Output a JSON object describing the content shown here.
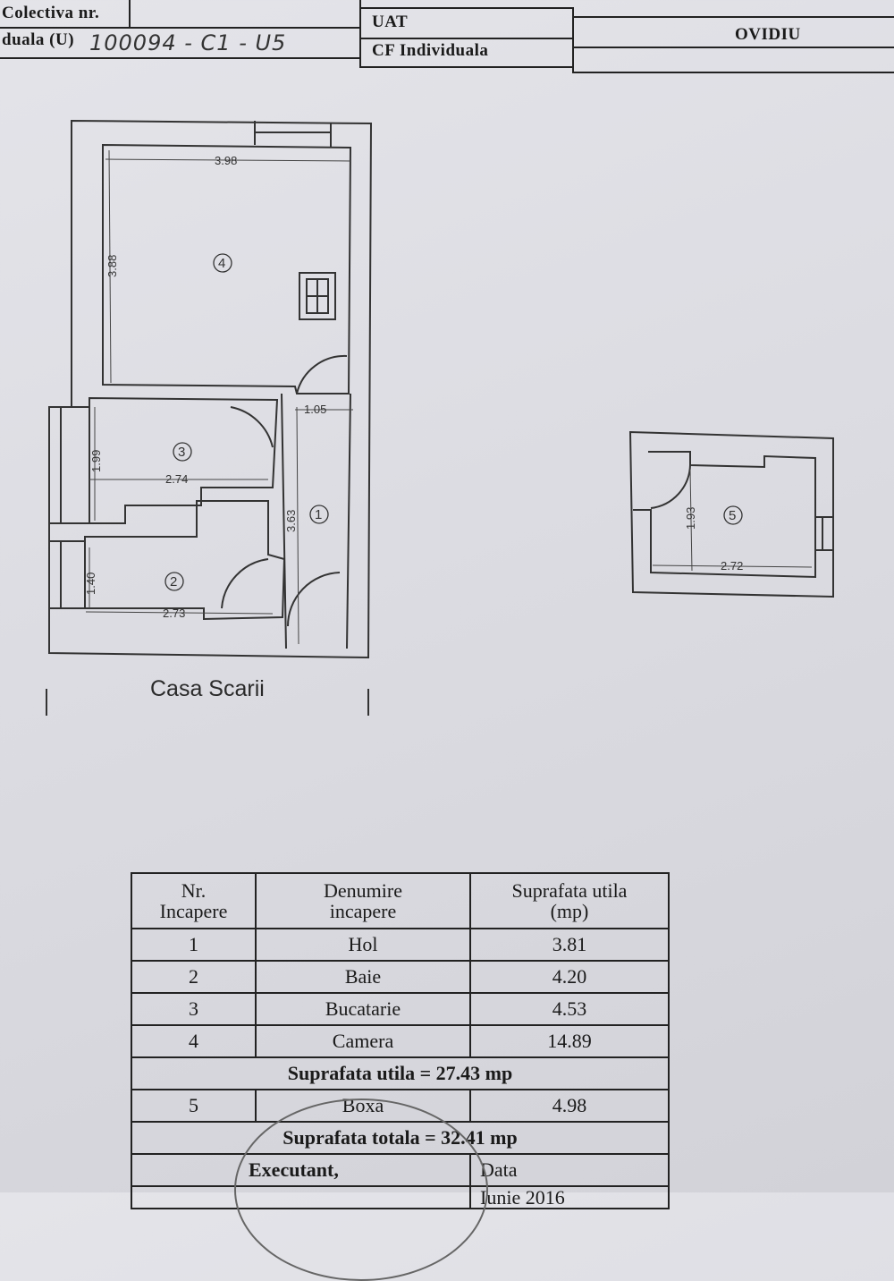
{
  "header": {
    "row1_left": "Colectiva nr.",
    "row2_left": "duala (U)",
    "row2_handwritten": "100094 - C1 - U5",
    "uat_label": "UAT",
    "uat_value": "OVIDIU",
    "cf_label": "CF Individuala"
  },
  "plan": {
    "dimensions": {
      "room4_width": "3.98",
      "room4_height": "3.88",
      "door_width": "1.05",
      "room3_height": "1.99",
      "room3_width": "2.74",
      "room1_length": "3.63",
      "room2_height": "1.40",
      "room2_width": "2.73",
      "room5_height": "1.93",
      "room5_width": "2.72"
    },
    "room_numbers": [
      "4",
      "3",
      "1",
      "2",
      "5"
    ],
    "stair_label": "Casa Scarii"
  },
  "table": {
    "col1_header": [
      "Nr.",
      "Incapere"
    ],
    "col2_header": [
      "Denumire",
      "incapere"
    ],
    "col3_header": [
      "Suprafata utila",
      "(mp)"
    ],
    "rows": [
      {
        "nr": "1",
        "name": "Hol",
        "area": "3.81"
      },
      {
        "nr": "2",
        "name": "Baie",
        "area": "4.20"
      },
      {
        "nr": "3",
        "name": "Bucatarie",
        "area": "4.53"
      },
      {
        "nr": "4",
        "name": "Camera",
        "area": "14.89"
      }
    ],
    "useful_total": "Suprafata utila = 27.43 mp",
    "storage_row": {
      "nr": "5",
      "name": "Boxa",
      "area": "4.98"
    },
    "grand_total": "Suprafata totala = 32.41 mp",
    "executant_label": "Executant,",
    "date_label": "Data",
    "date_value": "Iunie 2016"
  }
}
